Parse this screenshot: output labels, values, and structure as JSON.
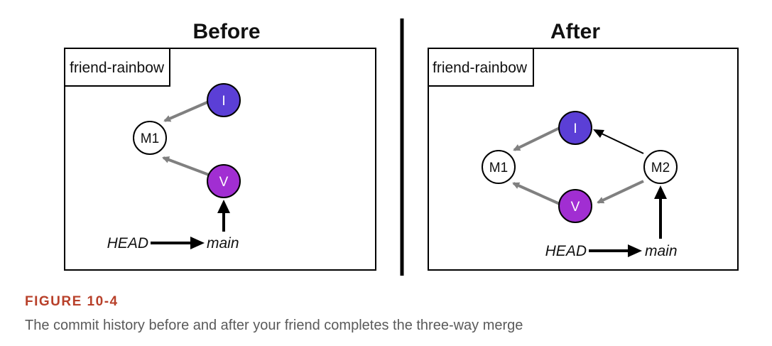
{
  "panels": {
    "before": {
      "heading": "Before",
      "branch_label": "friend-rainbow",
      "commits": [
        {
          "id": "M1",
          "label": "M1",
          "color": "#ffffff",
          "text_color": "#111111"
        },
        {
          "id": "I",
          "label": "I",
          "color": "#5b3fd6",
          "text_color": "#ffffff"
        },
        {
          "id": "V",
          "label": "V",
          "color": "#a12ed2",
          "text_color": "#ffffff"
        }
      ],
      "edges": [
        {
          "from": "I",
          "to": "M1"
        },
        {
          "from": "V",
          "to": "M1"
        }
      ],
      "refs": {
        "head": "HEAD",
        "branch": "main",
        "branch_points_to": "V"
      }
    },
    "after": {
      "heading": "After",
      "branch_label": "friend-rainbow",
      "commits": [
        {
          "id": "M1",
          "label": "M1",
          "color": "#ffffff",
          "text_color": "#111111"
        },
        {
          "id": "I",
          "label": "I",
          "color": "#5b3fd6",
          "text_color": "#ffffff"
        },
        {
          "id": "V",
          "label": "V",
          "color": "#a12ed2",
          "text_color": "#ffffff"
        },
        {
          "id": "M2",
          "label": "M2",
          "color": "#ffffff",
          "text_color": "#111111"
        }
      ],
      "edges": [
        {
          "from": "I",
          "to": "M1"
        },
        {
          "from": "V",
          "to": "M1"
        },
        {
          "from": "M2",
          "to": "I"
        },
        {
          "from": "M2",
          "to": "V"
        }
      ],
      "refs": {
        "head": "HEAD",
        "branch": "main",
        "branch_points_to": "M2"
      }
    }
  },
  "colors": {
    "parent_arrow": "#808080",
    "ref_arrow": "#000000",
    "figure_number": "#b8402a",
    "caption": "#5a5a5a"
  },
  "figure": {
    "number": "FIGURE 10-4",
    "caption": "The commit history before and after your friend completes the three-way merge"
  }
}
